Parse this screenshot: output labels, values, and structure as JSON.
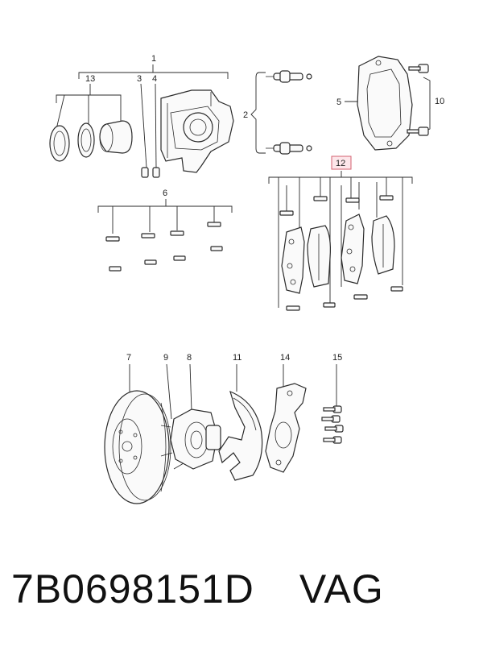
{
  "callouts": {
    "c1": "1",
    "c2": "2",
    "c3": "3",
    "c4": "4",
    "c5": "5",
    "c6": "6",
    "c7": "7",
    "c8": "8",
    "c9": "9",
    "c10": "10",
    "c11": "11",
    "c12": "12",
    "c13": "13",
    "c14": "14",
    "c15": "15"
  },
  "highlight_color": "#d3606f",
  "footer": {
    "part_number": "7B0698151D",
    "brand": "VAG"
  }
}
